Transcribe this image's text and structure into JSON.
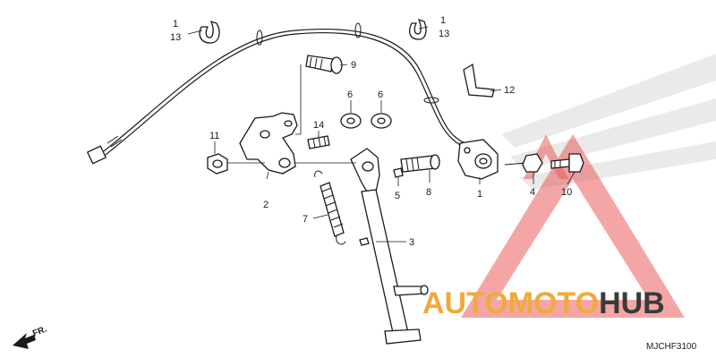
{
  "callouts": {
    "c1a": "1",
    "c13a": "13",
    "c1b": "1",
    "c13b": "13",
    "c9": "9",
    "c12": "12",
    "c6a": "6",
    "c6b": "6",
    "c14": "14",
    "c11": "11",
    "c2": "2",
    "c5": "5",
    "c8": "8",
    "c1c": "1",
    "c4": "4",
    "c10": "10",
    "c7": "7",
    "c3": "3"
  },
  "fr_label": "FR.",
  "diagram_code": "MJCHF3100",
  "watermark": {
    "part1": "AUTOMOTO",
    "part2": "HUB",
    "color1": "#f2a93b",
    "color2": "#3a3a3a",
    "logo_color": "#e84a4a"
  }
}
